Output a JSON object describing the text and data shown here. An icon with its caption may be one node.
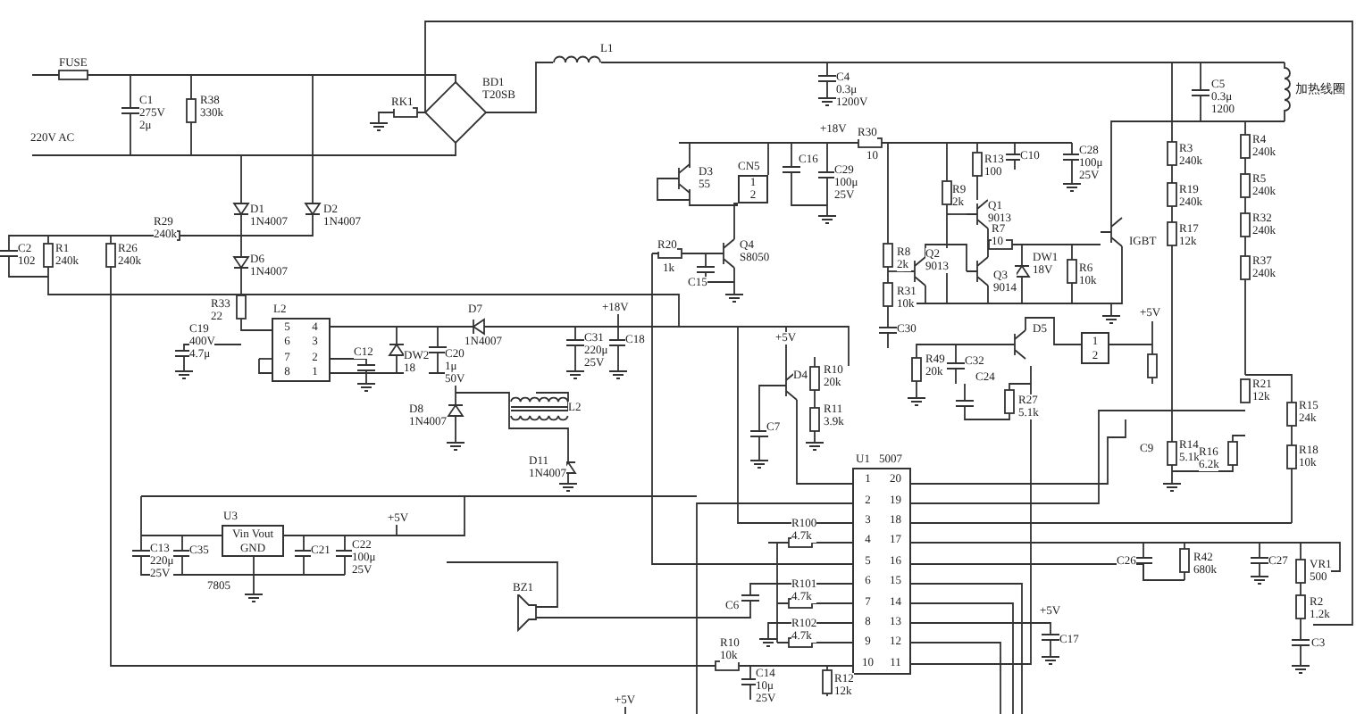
{
  "diagram": {
    "nodes": [
      {
        "text": [
          "1",
          "2"
        ],
        "beside": [
          "CN5"
        ]
      },
      {
        "text": [
          "5",
          "4",
          "6",
          "3",
          "7",
          "2",
          "8",
          "1"
        ],
        "beside": [
          "L2"
        ]
      },
      {
        "text": [
          "1",
          "2"
        ]
      },
      {
        "text": [
          "1",
          "20",
          "2",
          "19",
          "3",
          "18",
          "4",
          "17",
          "5",
          "16",
          "6",
          "15",
          "7",
          "14",
          "8",
          "13",
          "9",
          "12",
          "10",
          "11"
        ],
        "beside": [
          "U1",
          "5007"
        ]
      },
      {
        "text": [
          "Vin Vout",
          "GND"
        ],
        "beside": [
          "U3",
          "7805"
        ]
      }
    ],
    "labels": [
      "FUSE",
      "L1",
      "BD1 T20SB",
      "C4 0.3μ 1200V",
      "C5 0.3μ 1200",
      "加热线圈",
      "C1 275V 2μ",
      "R38 330k",
      "RK1",
      "220V AC",
      "+18V",
      "R30",
      "10",
      "R13 100",
      "C10",
      "C28 100μ 25V",
      "R4 240k",
      "R3 240k",
      "C16",
      "C29 100μ 25V",
      "D3 55",
      "R5 240k",
      "R19 240k",
      "R9 2k",
      "Q1 9013",
      "D1 1N4007",
      "D2 1N4007",
      "R32 240k",
      "R29 240k",
      "R17 12k",
      "R7 10",
      "R20",
      "1k",
      "Q4 S8050",
      "R8 2k",
      "IGBT",
      "C2 102",
      "R1 240k",
      "R26 240k",
      "D6 1N4007",
      "R37 240k",
      "Q2 9013",
      "Q3 9014",
      "DW1 18V",
      "R6 10k",
      "C15",
      "R31 10k",
      "R33 22",
      "D7",
      "1N4007",
      "+18V",
      "+5V",
      "C30",
      "+5V",
      "D5",
      "C19 400V 4.7μ",
      "C31 220μ 25V",
      "C18",
      "C12",
      "DW2 18",
      "C20 1μ 50V",
      "R49 20k",
      "C32",
      "R10 20k",
      "D4",
      "R21 12k",
      "C24",
      "R27 5.1k",
      "R11 3.9k",
      "R15 24k",
      "D8 1N4007",
      "L2",
      "C7",
      "C9",
      "R14 5.1k",
      "R16 6.2k",
      "R18 10k",
      "D11 1N4007",
      "+5V",
      "R100 4.7k",
      "C13 220μ 25V",
      "C35",
      "C21",
      "C22 100μ 25V",
      "C26",
      "R42 680k",
      "C27",
      "VR1 500",
      "BZ1",
      "C6",
      "R101 4.7k",
      "R2 1.2k",
      "+5V",
      "R102 4.7k",
      "C3",
      "C17",
      "R10 10k",
      "C14 10μ 25V",
      "R12 12k",
      "+5V"
    ]
  }
}
